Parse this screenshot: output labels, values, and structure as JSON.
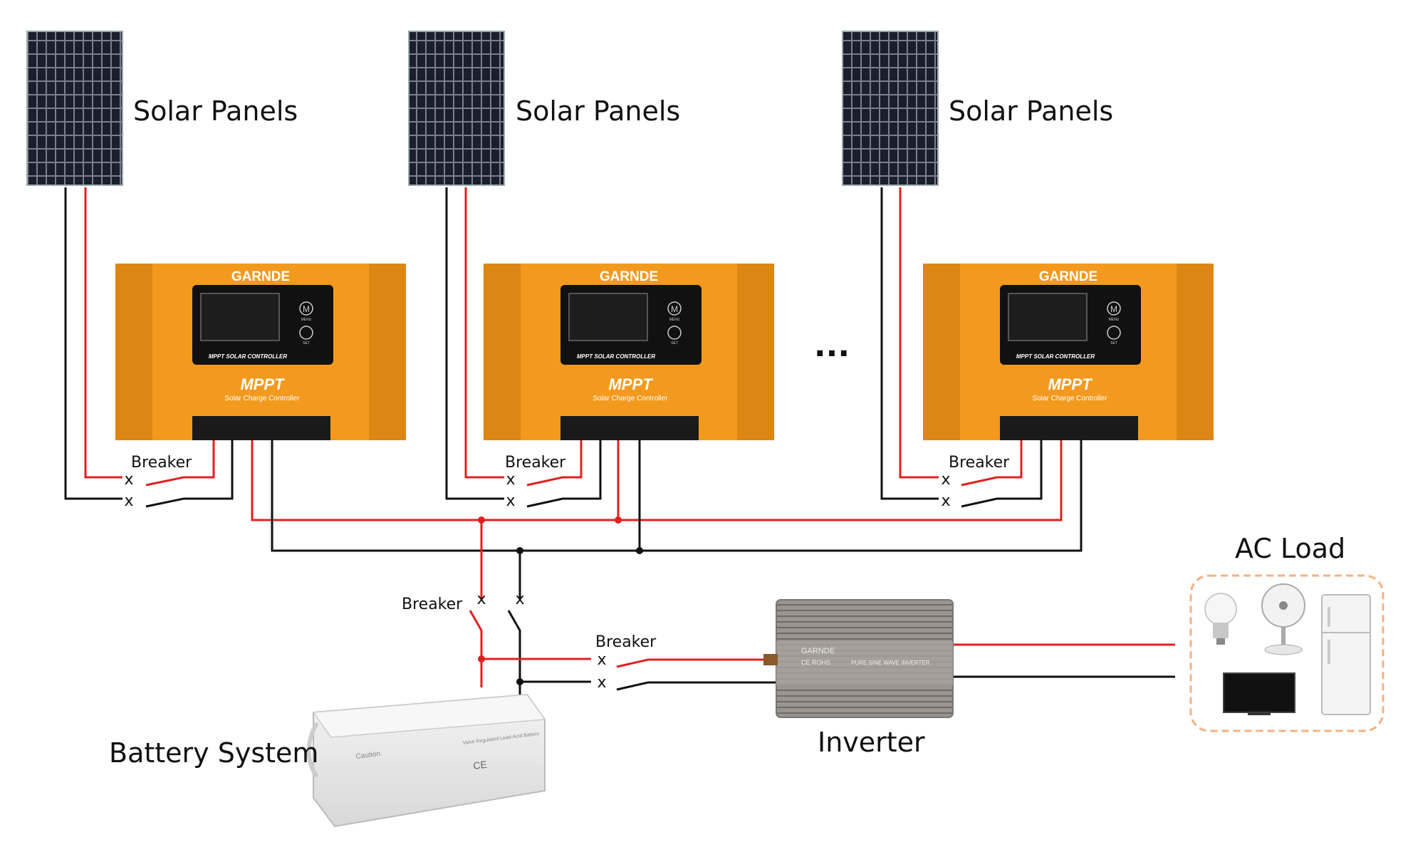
{
  "labels": {
    "solar_panels": "Solar Panels",
    "breaker": "Breaker",
    "ellipsis": "...",
    "ac_load": "AC Load",
    "battery_system": "Battery System",
    "inverter": "Inverter"
  },
  "controller": {
    "brand": "GARNDE",
    "lcd_caption": "MPPT SOLAR CONTROLLER",
    "logo": "MPPT",
    "subtitle": "Solar Charge Controller",
    "menu_label": "MENU",
    "set_label": "SET",
    "menu_button_glyph": "M"
  },
  "inverter_device": {
    "brand": "GARNDE",
    "marks": "CE ROHS",
    "model": "PURE SINE WAVE INVERTER"
  },
  "battery_device": {
    "caution_title": "Caution",
    "type_label": "Valve Regulated Lead-Acid Battery",
    "marks": "CE"
  },
  "colors": {
    "positive_wire": "#e02020",
    "negative_wire": "#111111",
    "controller_body": "#f39a1e",
    "panel_cell": "#1c1f2e",
    "ac_load_border": "#f4b183"
  },
  "icons": [
    "solar-panel-icon",
    "charge-controller-icon",
    "inverter-icon",
    "battery-icon",
    "bulb-icon",
    "fan-icon",
    "fridge-icon",
    "tv-icon"
  ]
}
